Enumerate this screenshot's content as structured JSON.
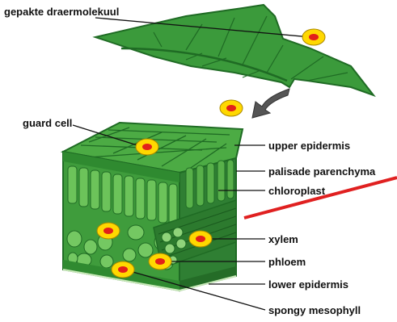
{
  "labels": {
    "top_molecule": "gepakte draermolekuul",
    "guard_cell": "guard cell",
    "upper_epidermis": "upper epidermis",
    "palisade_parenchyma": "palisade parenchyma",
    "chloroplast": "chloroplast",
    "xylem": "xylem",
    "phloem": "phloem",
    "lower_epidermis": "lower epidermis",
    "spongy_mesophyll": "spongy mesophyll"
  },
  "colors": {
    "leaf_green": "#3b9a3b",
    "leaf_dark": "#1f6b24",
    "leaf_light": "#5cbf4d",
    "marker_outer": "#ffd800",
    "marker_inner": "#e2201a",
    "red_line": "#e02020"
  }
}
